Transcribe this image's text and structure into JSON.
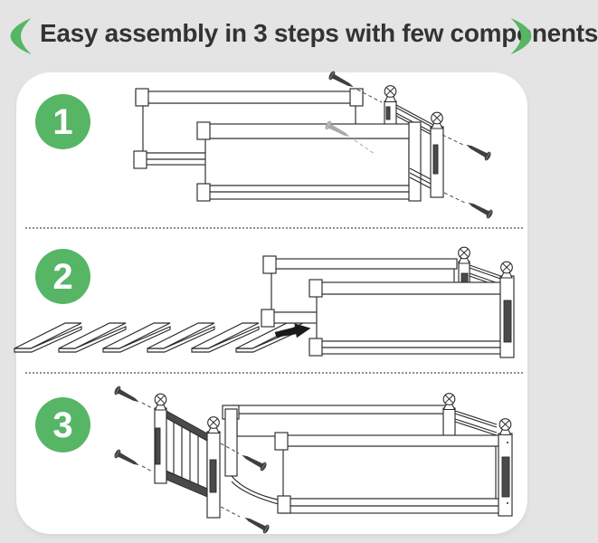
{
  "colors": {
    "background": "#e4e4e4",
    "card": "#ffffff",
    "green": "#57b566",
    "line": "#2b2b2b",
    "screw": "#3f3f3f",
    "divider": "#8f8f8f",
    "title": "#333333"
  },
  "header": {
    "title": "Easy assembly in 3 steps with few components"
  },
  "steps": [
    {
      "number": "1",
      "alt": "Attach the two long slatted side panels to the corner posts with screws"
    },
    {
      "number": "2",
      "alt": "Slide the six bottom boards into the assembled frame"
    },
    {
      "number": "3",
      "alt": "Fasten the end panel with screws to complete the planter box"
    }
  ]
}
